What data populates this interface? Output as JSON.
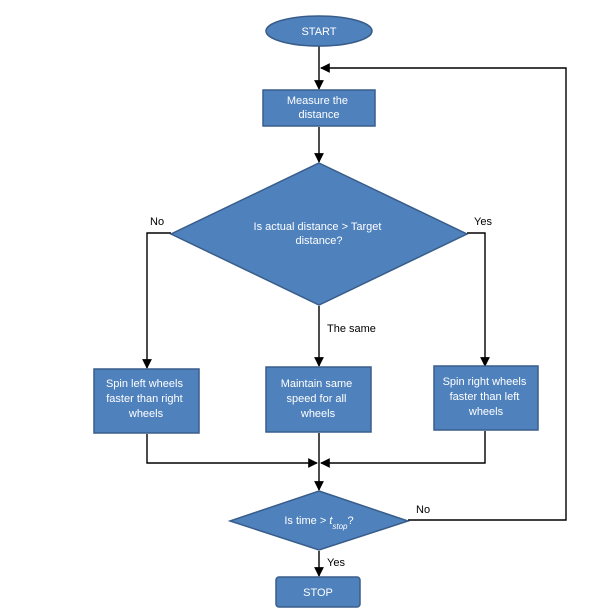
{
  "nodes": {
    "start": {
      "text": "START"
    },
    "measure": {
      "line1": "Measure the",
      "line2": "distance"
    },
    "compare": {
      "line1": "Is actual distance > Target",
      "line2": "distance?"
    },
    "spin_left": {
      "line1": "Spin left wheels",
      "line2": "faster than right",
      "line3": "wheels"
    },
    "maintain": {
      "line1": "Maintain same",
      "line2": "speed for all",
      "line3": "wheels"
    },
    "spin_right": {
      "line1": "Spin right wheels",
      "line2": "faster than left",
      "line3": "wheels"
    },
    "time_check": {
      "prefix": "Is time > ",
      "var": "t",
      "sub": "stop",
      "suffix": "?"
    },
    "stop": {
      "text": "STOP"
    }
  },
  "edge_labels": {
    "no_left": "No",
    "yes_right": "Yes",
    "same": "The same",
    "time_no": "No",
    "time_yes": "Yes"
  },
  "colors": {
    "shape_fill": "#4f81bd",
    "shape_stroke": "#385d8a",
    "text": "#ffffff",
    "line": "#000000"
  }
}
